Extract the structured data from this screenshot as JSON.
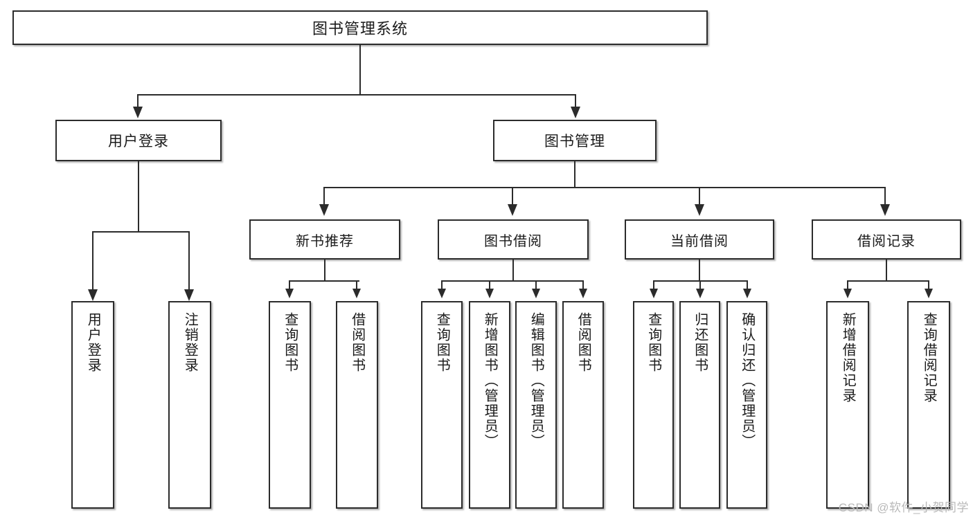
{
  "diagram": {
    "title": "图书管理系统",
    "type": "tree",
    "watermark": "CSDN @软件_小贺同学"
  },
  "root": {
    "label": "图书管理系统"
  },
  "level2": [
    {
      "label": "用户登录"
    },
    {
      "label": "图书管理"
    }
  ],
  "level3": [
    {
      "label": "新书推荐"
    },
    {
      "label": "图书借阅"
    },
    {
      "label": "当前借阅"
    },
    {
      "label": "借阅记录"
    }
  ],
  "leaves": {
    "user_login": [
      {
        "label": "用户登录"
      },
      {
        "label": "注销登录"
      }
    ],
    "new_book": [
      {
        "label": "查询图书"
      },
      {
        "label": "借阅图书"
      }
    ],
    "book_borrow": [
      {
        "label": "查询图书"
      },
      {
        "label": "新增图书（管理员）"
      },
      {
        "label": "编辑图书（管理员）"
      },
      {
        "label": "借阅图书"
      }
    ],
    "current_borrow": [
      {
        "label": "查询图书"
      },
      {
        "label": "归还图书"
      },
      {
        "label": "确认归还（管理员）"
      }
    ],
    "borrow_record": [
      {
        "label": "新增借阅记录"
      },
      {
        "label": "查询借阅记录"
      }
    ]
  }
}
